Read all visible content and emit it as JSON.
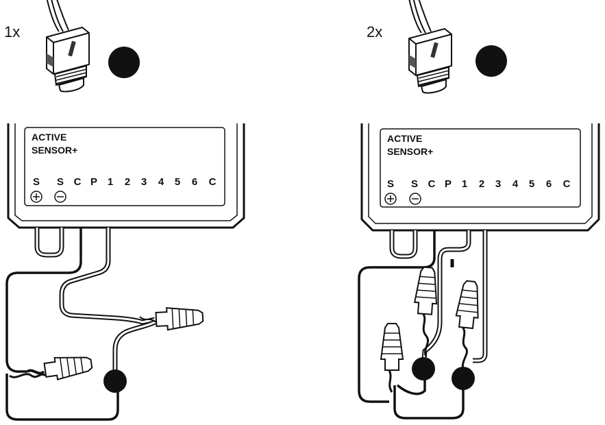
{
  "diagrams": [
    {
      "quantity": "1x",
      "panel": {
        "title_line1": "ACTIVE",
        "title_line2": "SENSOR+",
        "terminals": [
          "S",
          "S",
          "C",
          "P",
          "1",
          "2",
          "3",
          "4",
          "5",
          "6",
          "C"
        ],
        "polarity": [
          "+",
          "−"
        ]
      }
    },
    {
      "quantity": "2x",
      "panel": {
        "title_line1": "ACTIVE",
        "title_line2": "SENSOR+",
        "terminals": [
          "S",
          "S",
          "C",
          "P",
          "1",
          "2",
          "3",
          "4",
          "5",
          "6",
          "C"
        ],
        "polarity": [
          "+",
          "−"
        ]
      }
    }
  ],
  "colors": {
    "line": "#111111",
    "background": "#ffffff"
  }
}
